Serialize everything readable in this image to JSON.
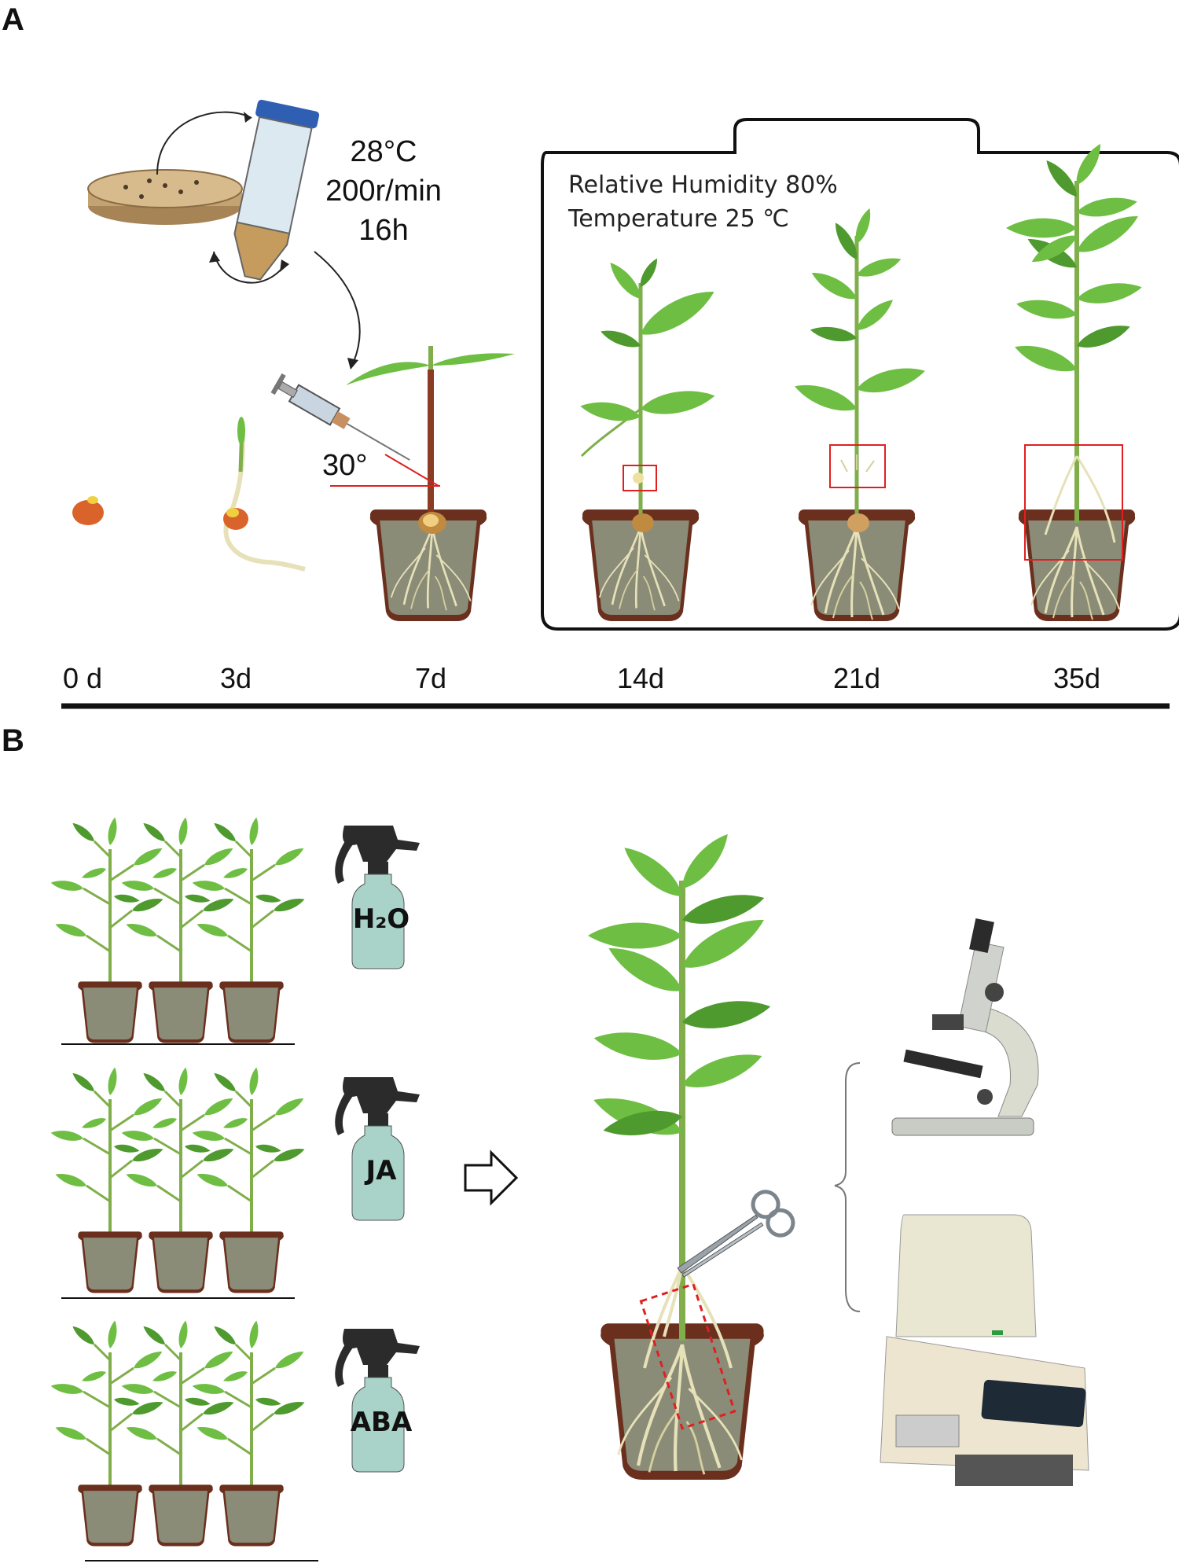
{
  "panels": {
    "a": "A",
    "b": "B"
  },
  "culture": {
    "temp": "28°C",
    "speed": "200r/min",
    "time": "16h"
  },
  "injection": {
    "angle": "30°"
  },
  "chamber": {
    "humidity": "Relative Humidity 80%",
    "temperature": "Temperature 25 ℃"
  },
  "timeline": [
    "0 d",
    "3d",
    "7d",
    "14d",
    "21d",
    "35d"
  ],
  "treatments": [
    "H₂O",
    "JA",
    "ABA"
  ],
  "colors": {
    "leaf": "#6fbe44",
    "leaf_dark": "#4e9a2e",
    "stem": "#7fae4a",
    "soil": "#8a8c78",
    "pot_rim": "#6b2f1e",
    "root": "#e6e1b8",
    "highlight": "#e02020",
    "bottle": "#a9d3c8",
    "sprayer": "#2b2b2b"
  },
  "icons": [
    "petri-dish-icon",
    "tube-icon",
    "syringe-icon",
    "scissors-icon",
    "microscope-icon",
    "pcr-machine-icon",
    "arrow-right-icon"
  ]
}
